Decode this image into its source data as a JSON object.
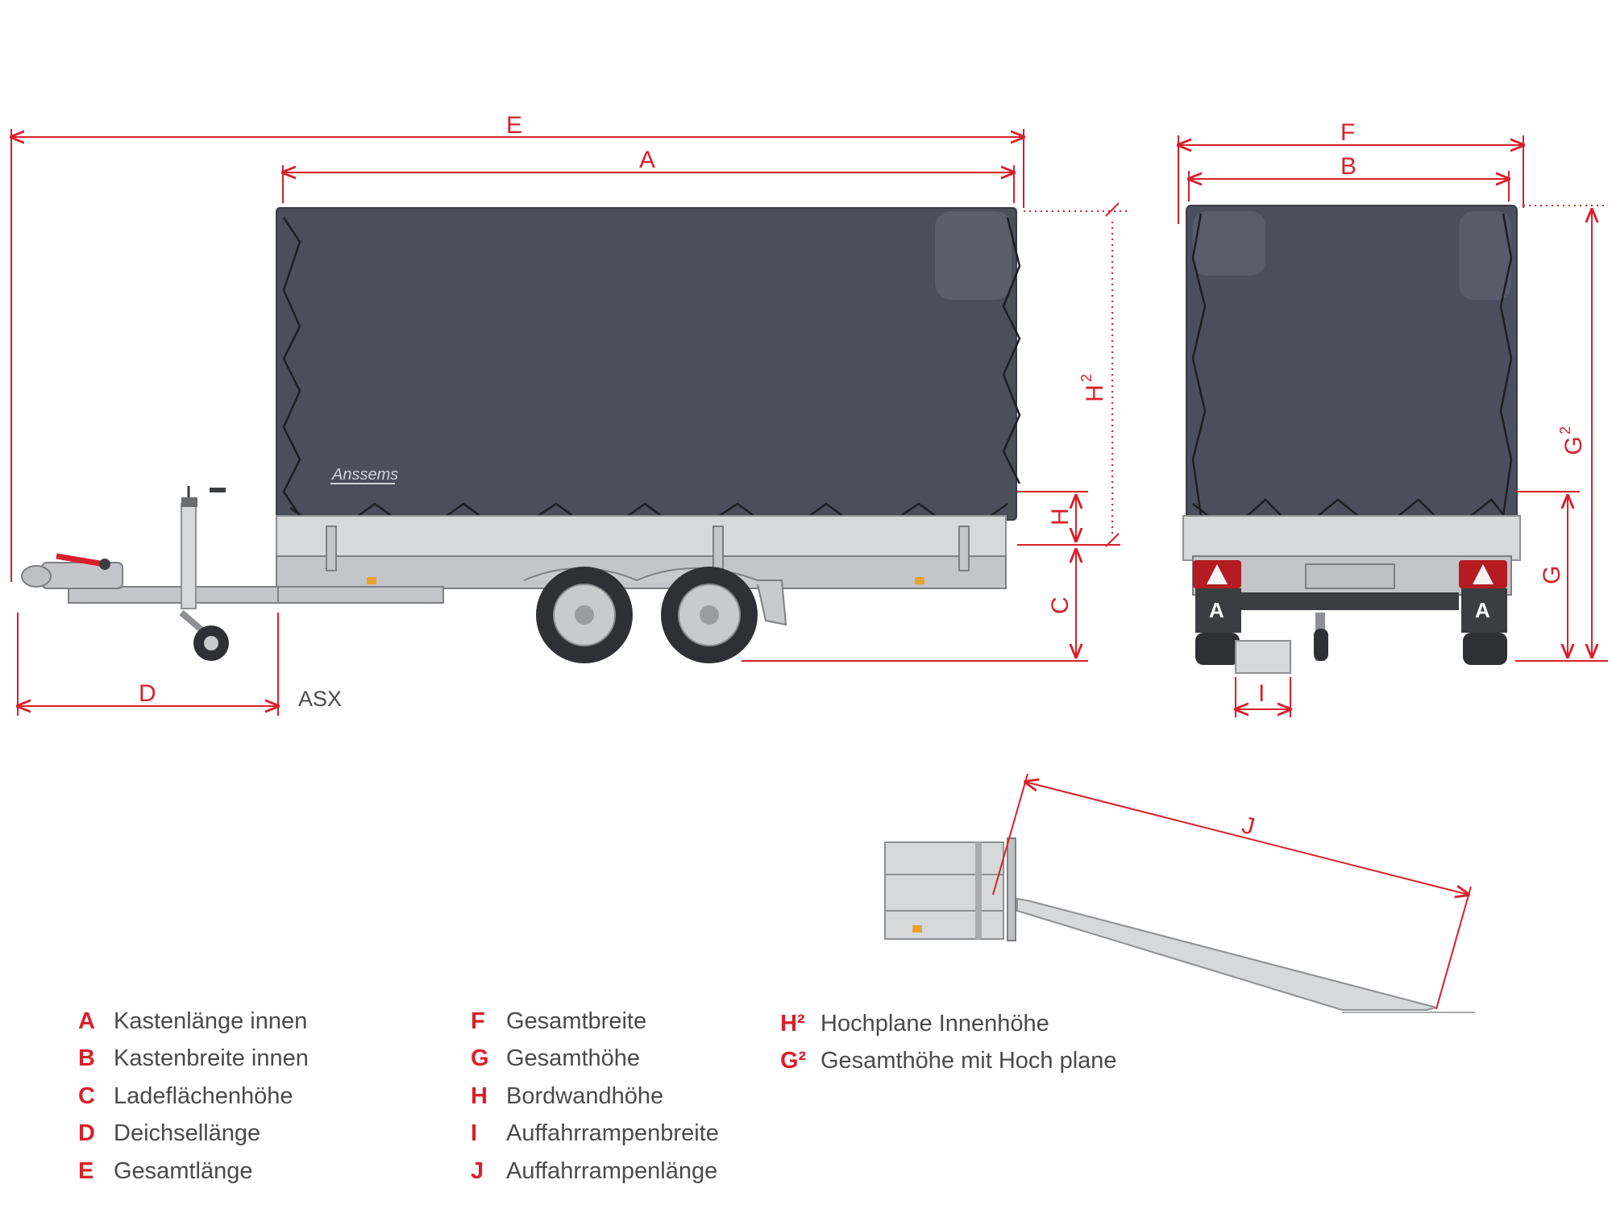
{
  "model": "ASX",
  "brand": "Anssems",
  "dimension_labels": {
    "A": "A",
    "B": "B",
    "C": "C",
    "D": "D",
    "E": "E",
    "F": "F",
    "G": "G",
    "H": "H",
    "I": "I",
    "J": "J",
    "H2": "H",
    "G2": "G",
    "sup2": "2"
  },
  "legend": {
    "col1": [
      {
        "key": "A",
        "text": "Kastenlänge innen"
      },
      {
        "key": "B",
        "text": "Kastenbreite innen"
      },
      {
        "key": "C",
        "text": "Ladeflächenhöhe"
      },
      {
        "key": "D",
        "text": "Deichsellänge"
      },
      {
        "key": "E",
        "text": "Gesamtlänge"
      }
    ],
    "col2": [
      {
        "key": "F",
        "text": "Gesamtbreite"
      },
      {
        "key": "G",
        "text": "Gesamthöhe"
      },
      {
        "key": "H",
        "text": "Bordwandhöhe"
      },
      {
        "key": "I",
        "text": "Auffahrrampenbreite"
      },
      {
        "key": "J",
        "text": "Auffahrrampenlänge"
      }
    ],
    "col3": [
      {
        "key": "H²",
        "text": "Hochplane Innenhöhe"
      },
      {
        "key": "G²",
        "text": "Gesamthöhe mit Hoch plane"
      }
    ]
  },
  "colors": {
    "dimension": "#d8202a",
    "tarp": "#4b4f5c",
    "metal": "#d7d8da"
  }
}
